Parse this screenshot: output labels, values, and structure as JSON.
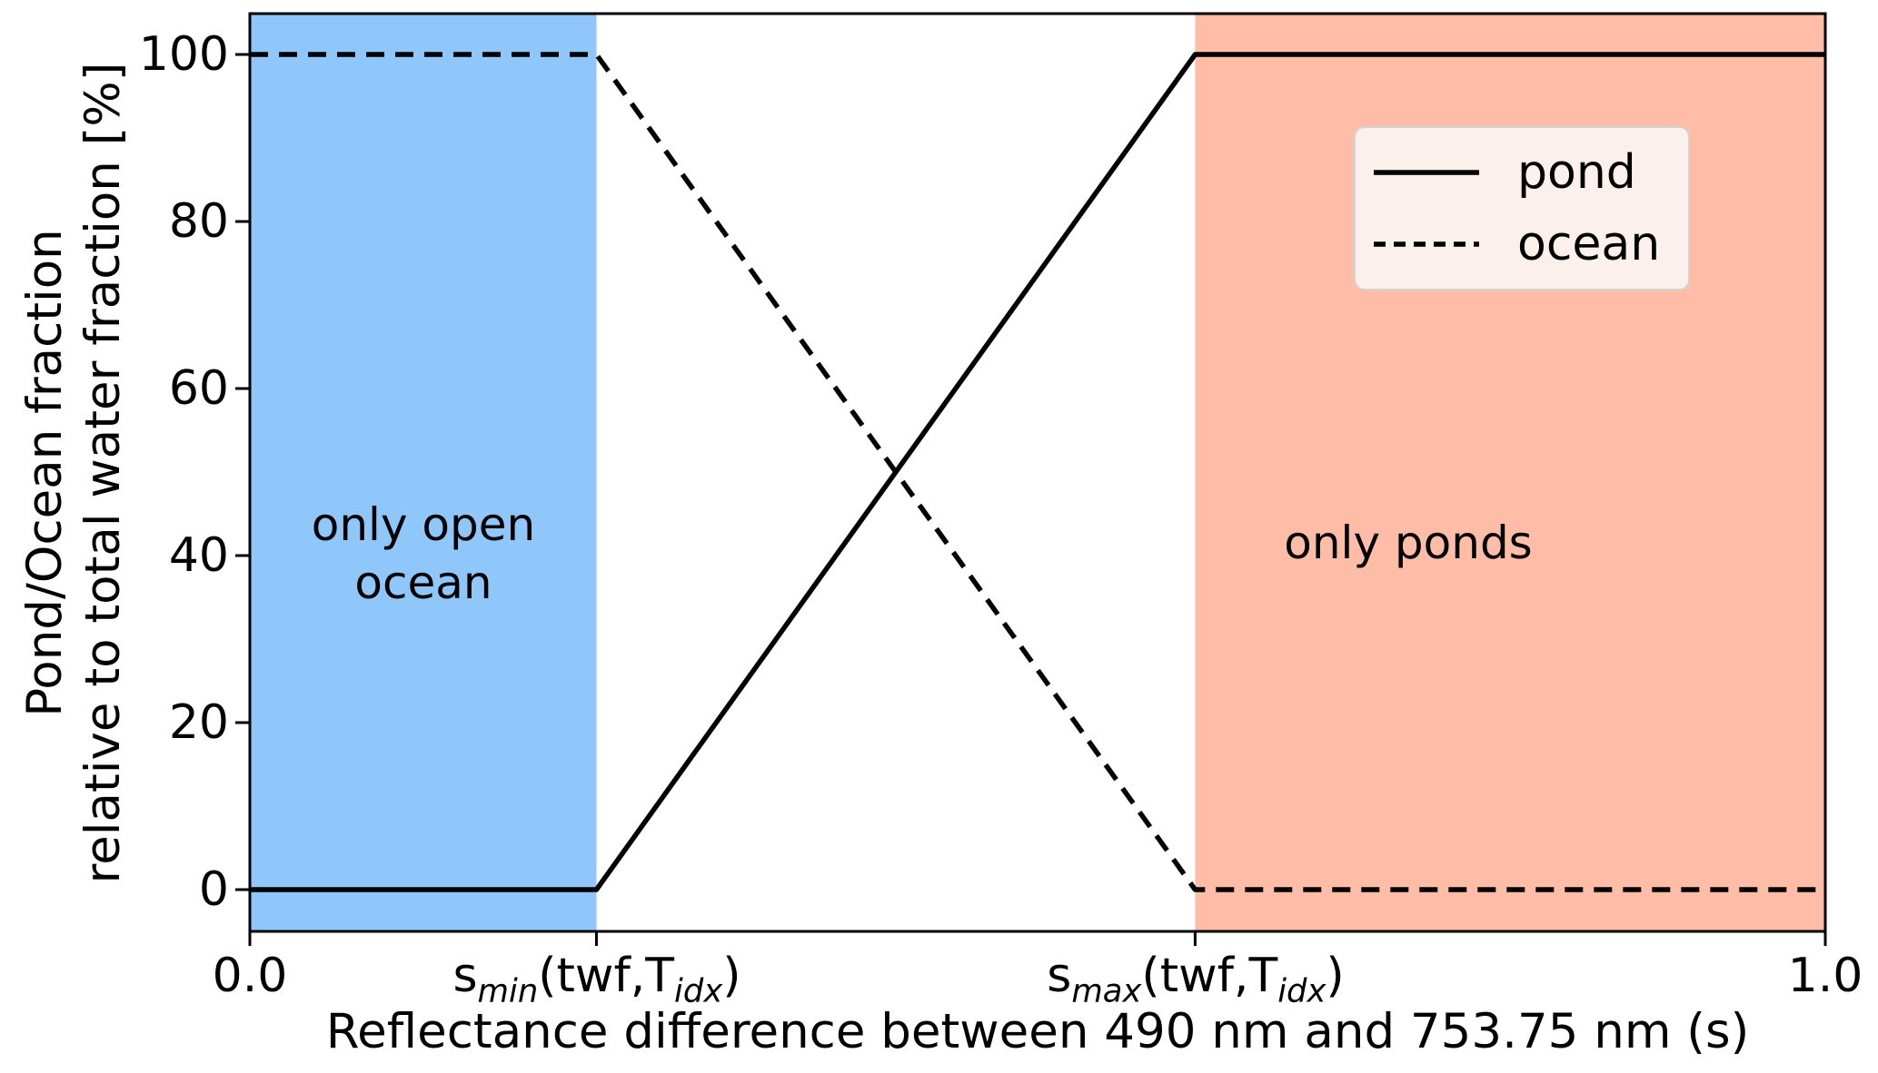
{
  "chart_data": {
    "type": "line",
    "xlabel": "Reflectance difference between 490 nm and 753.75 nm (s)",
    "ylabel_line1": "Pond/Ocean fraction",
    "ylabel_line2": "relative to total water fraction [%]",
    "xlim": [
      0.0,
      1.0
    ],
    "ylim": [
      -5,
      105
    ],
    "grid": false,
    "yticks": [
      0,
      20,
      40,
      60,
      80,
      100
    ],
    "ytick_labels": [
      "0",
      "20",
      "40",
      "60",
      "80",
      "100"
    ],
    "xticks": [
      {
        "value": 0.0,
        "label_parts": {
          "pre": "0.0"
        }
      },
      {
        "value": 0.22,
        "label_parts": {
          "pre": "s",
          "sub": "min",
          "mid": "(twf,T",
          "sub2": "idx",
          "post": ")"
        }
      },
      {
        "value": 0.6,
        "label_parts": {
          "pre": "s",
          "sub": "max",
          "mid": "(twf,T",
          "sub2": "idx",
          "post": ")"
        }
      },
      {
        "value": 1.0,
        "label_parts": {
          "pre": "1.0"
        }
      }
    ],
    "series": [
      {
        "name": "pond",
        "style": "solid",
        "color": "#000000",
        "points": [
          [
            0.0,
            0
          ],
          [
            0.22,
            0
          ],
          [
            0.6,
            100
          ],
          [
            1.0,
            100
          ]
        ]
      },
      {
        "name": "ocean",
        "style": "dashed",
        "color": "#000000",
        "points": [
          [
            0.0,
            100
          ],
          [
            0.22,
            100
          ],
          [
            0.6,
            0
          ],
          [
            1.0,
            0
          ]
        ]
      }
    ],
    "regions": [
      {
        "label": "only open\nocean",
        "x0": 0.0,
        "x1": 0.22,
        "color": "#8FC7FB"
      },
      {
        "label": "only ponds",
        "x0": 0.6,
        "x1": 1.0,
        "color": "#FFBDA7"
      }
    ],
    "legend": {
      "position": "upper right",
      "entries": [
        {
          "label": "pond",
          "style": "solid"
        },
        {
          "label": "ocean",
          "style": "dashed"
        }
      ]
    }
  },
  "annotations": {
    "open_ocean_line1": "only open",
    "open_ocean_line2": "ocean",
    "ponds": "only ponds"
  },
  "colors": {
    "open_ocean_region": "#8FC7FB",
    "ponds_region": "#FFBDA7",
    "line": "#000000",
    "legend_bg": "#FBF0EC",
    "legend_border": "#D3D3D3",
    "background": "#FFFFFF"
  }
}
